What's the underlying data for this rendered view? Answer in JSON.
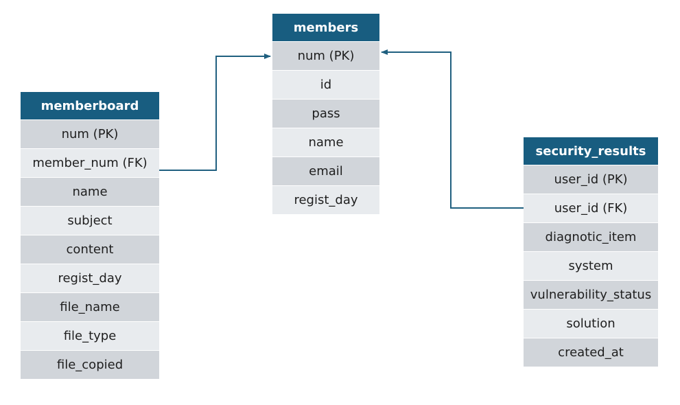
{
  "colors": {
    "header": "#185d80",
    "row_dark": "#d1d5da",
    "row_light": "#e8ebee",
    "connector": "#1f5f7f"
  },
  "tables": {
    "memberboard": {
      "title": "memberboard",
      "rows": [
        "num (PK)",
        "member_num (FK)",
        "name",
        "subject",
        "content",
        "regist_day",
        "file_name",
        "file_type",
        "file_copied"
      ]
    },
    "members": {
      "title": "members",
      "rows": [
        "num (PK)",
        "id",
        "pass",
        "name",
        "email",
        "regist_day"
      ]
    },
    "security_results": {
      "title": "security_results",
      "rows": [
        "user_id (PK)",
        "user_id (FK)",
        "diagnotic_item",
        "system",
        "vulnerability_status",
        "solution",
        "created_at"
      ]
    }
  }
}
